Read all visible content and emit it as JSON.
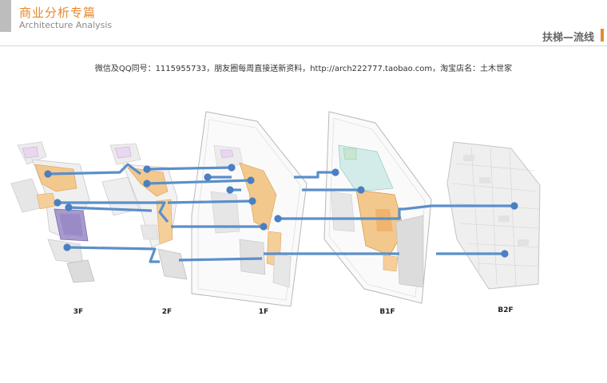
{
  "header": {
    "title_cn": "商业分析专篇",
    "title_en": "Architecture Analysis",
    "section_title": "扶梯—流线"
  },
  "watermark_text": "微信及QQ同号：1115955733，朋友圈每周直接送新资料，http://arch222777.taobao.com，淘宝店名：土木世家",
  "floors": [
    {
      "label": "3F"
    },
    {
      "label": "2F"
    },
    {
      "label": "1F"
    },
    {
      "label": "B1F"
    },
    {
      "label": "B2F"
    }
  ],
  "colors": {
    "accent": "#e8892b",
    "line": "#5b8fc9",
    "node": "#4a7fc1",
    "plan_fill": "#f0a95a"
  }
}
